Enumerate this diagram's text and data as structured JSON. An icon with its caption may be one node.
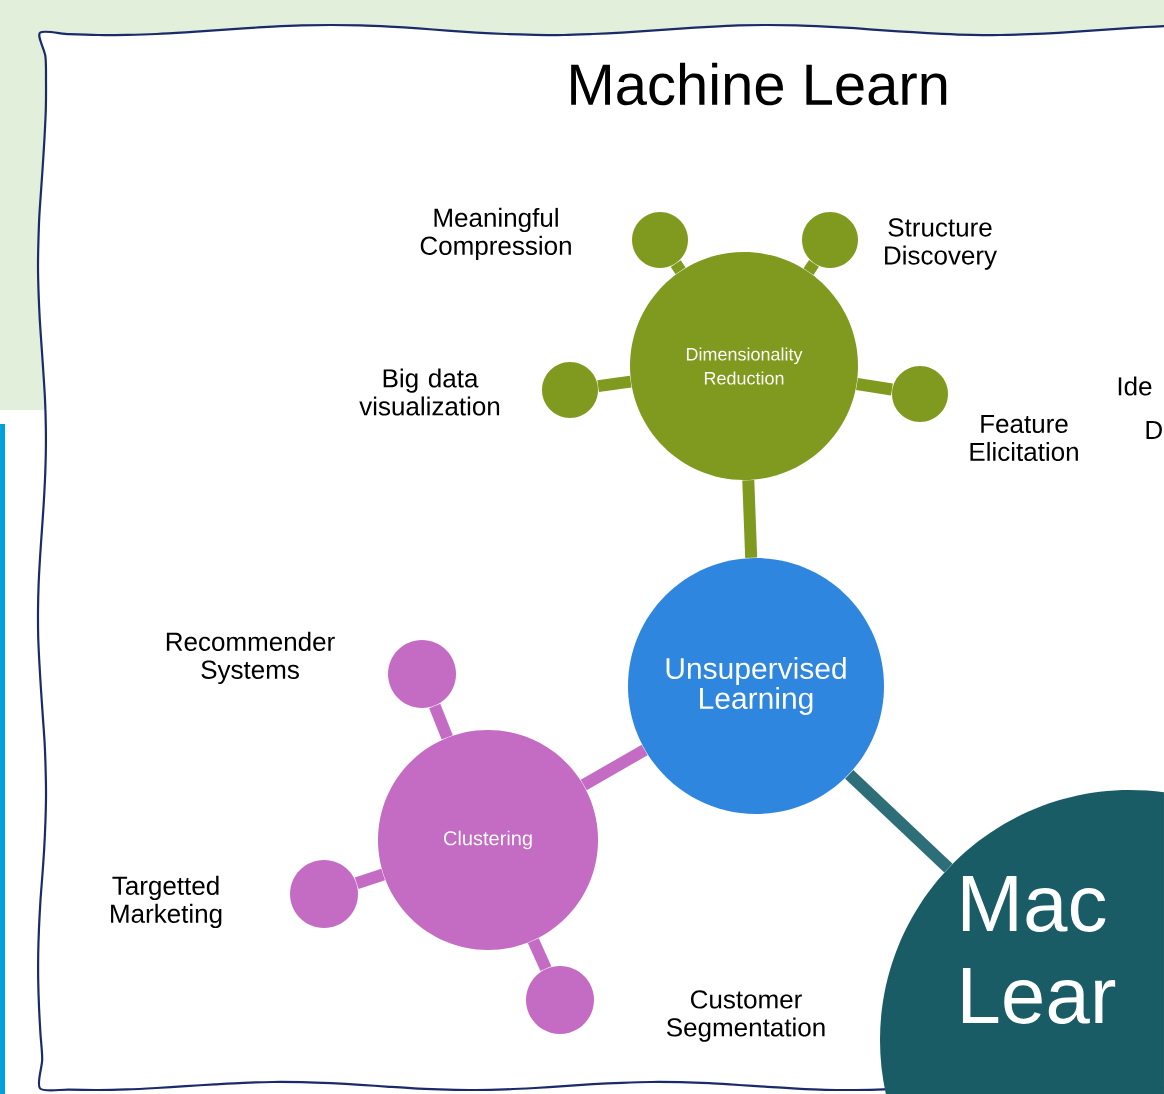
{
  "diagram": {
    "title": "Machine Learn",
    "nodes": [
      {
        "text": [
          "Dimensionality Reduction"
        ]
      },
      {
        "text": [],
        "shape": "circle",
        "beside": [
          "Meaningful Compression"
        ]
      },
      {
        "text": [],
        "shape": "circle",
        "beside": [
          "Structure Discovery"
        ]
      },
      {
        "text": [],
        "shape": "circle",
        "beside": [
          "Big data visualization"
        ]
      },
      {
        "text": [],
        "shape": "circle",
        "beside": [
          "Feature Elicitation"
        ]
      },
      {
        "text": [
          "Unsupervised Learning"
        ]
      },
      {
        "text": [
          "Clustering"
        ]
      },
      {
        "text": [],
        "shape": "circle",
        "beside": [
          "Recommender Systems"
        ]
      },
      {
        "text": [],
        "shape": "circle",
        "beside": [
          "Targetted Marketing"
        ]
      },
      {
        "text": [],
        "shape": "circle",
        "beside": [
          "Customer Segmentation"
        ]
      },
      {
        "text": [
          "Mac Lear"
        ]
      }
    ],
    "edges": [
      {
        "from": 0,
        "to": 1,
        "arrow": "none"
      },
      {
        "from": 0,
        "to": 2,
        "arrow": "none"
      },
      {
        "from": 0,
        "to": 3,
        "arrow": "none"
      },
      {
        "from": 0,
        "to": 4,
        "arrow": "none"
      },
      {
        "from": 5,
        "to": 0,
        "arrow": "none"
      },
      {
        "from": 5,
        "to": 6,
        "arrow": "none",
        "color": "#c46bc4"
      },
      {
        "from": 5,
        "to": 10,
        "arrow": "none",
        "color": "#2e6e78"
      },
      {
        "from": 6,
        "to": 7,
        "arrow": "none",
        "color": "#c46bc4"
      },
      {
        "from": 6,
        "to": 8,
        "arrow": "none",
        "color": "#c46bc4"
      },
      {
        "from": 6,
        "to": 9,
        "arrow": "none",
        "color": "#c46bc4"
      }
    ],
    "labels": [
      "Ide",
      "D"
    ]
  }
}
